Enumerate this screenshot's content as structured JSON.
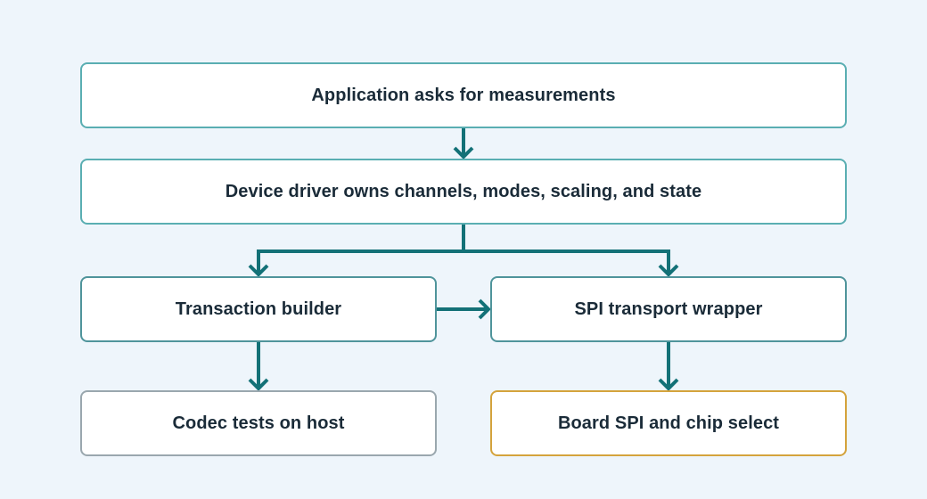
{
  "diagram": {
    "nodes": {
      "application": "Application asks for measurements",
      "driver": "Device driver owns channels, modes, scaling, and state",
      "transaction": "Transaction builder",
      "spi_wrapper": "SPI transport wrapper",
      "codec_tests": "Codec tests on host",
      "board_spi": "Board SPI and chip select"
    },
    "colors": {
      "background": "#eef5fb",
      "connector": "#137177",
      "border_top": "#5aaeb2",
      "border_mid": "#4f949b",
      "border_host": "#9aa7ae",
      "border_hardware": "#d4a33c"
    }
  }
}
